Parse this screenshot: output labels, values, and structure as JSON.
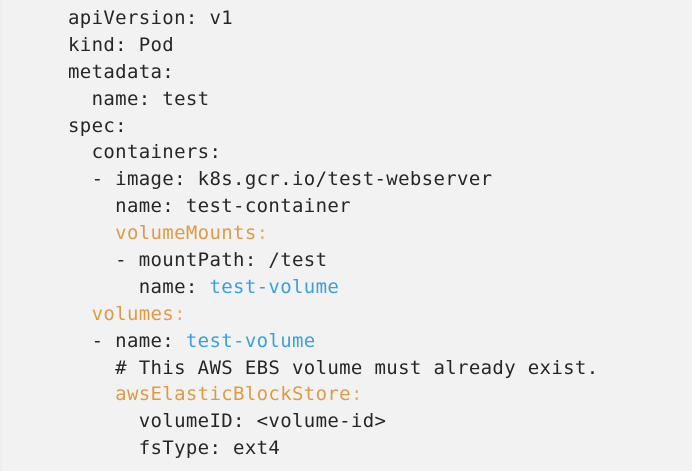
{
  "block": {
    "language": "yaml",
    "background_color": "#f2f2f2",
    "text_color": "#262626",
    "key_color": "#e09a45",
    "value_color": "#3aa0da"
  },
  "lines": [
    {
      "id": "line-api-version",
      "indent": 0,
      "segments": [
        {
          "style": "plain",
          "text": "apiVersion: v1"
        }
      ]
    },
    {
      "id": "line-kind",
      "indent": 0,
      "segments": [
        {
          "style": "plain",
          "text": "kind: Pod"
        }
      ]
    },
    {
      "id": "line-metadata",
      "indent": 0,
      "segments": [
        {
          "style": "plain",
          "text": "metadata:"
        }
      ]
    },
    {
      "id": "line-metadata-name",
      "indent": 0,
      "segments": [
        {
          "style": "plain",
          "text": "  name: test"
        }
      ]
    },
    {
      "id": "line-spec",
      "indent": 0,
      "segments": [
        {
          "style": "plain",
          "text": "spec:"
        }
      ]
    },
    {
      "id": "line-containers",
      "indent": 0,
      "segments": [
        {
          "style": "plain",
          "text": "  containers:"
        }
      ]
    },
    {
      "id": "line-image",
      "indent": 0,
      "segments": [
        {
          "style": "plain",
          "text": "  - image: k8s.gcr.io/test-webserver"
        }
      ]
    },
    {
      "id": "line-container-name",
      "indent": 0,
      "segments": [
        {
          "style": "plain",
          "text": "    name: test-container"
        }
      ]
    },
    {
      "id": "line-volume-mounts",
      "indent": 0,
      "segments": [
        {
          "style": "plain",
          "text": "    "
        },
        {
          "style": "key",
          "text": "volumeMounts"
        },
        {
          "style": "colon-key",
          "text": ":"
        }
      ]
    },
    {
      "id": "line-mount-path",
      "indent": 0,
      "segments": [
        {
          "style": "plain",
          "text": "    - mountPath: /test"
        }
      ]
    },
    {
      "id": "line-mount-name",
      "indent": 0,
      "segments": [
        {
          "style": "plain",
          "text": "      name: "
        },
        {
          "style": "value",
          "text": "test-volume"
        }
      ]
    },
    {
      "id": "line-volumes",
      "indent": 0,
      "segments": [
        {
          "style": "plain",
          "text": "  "
        },
        {
          "style": "key",
          "text": "volumes"
        },
        {
          "style": "colon-key",
          "text": ":"
        }
      ]
    },
    {
      "id": "line-volume-name",
      "indent": 0,
      "segments": [
        {
          "style": "plain",
          "text": "  - name: "
        },
        {
          "style": "value",
          "text": "test-volume"
        }
      ]
    },
    {
      "id": "line-comment",
      "indent": 0,
      "segments": [
        {
          "style": "comment",
          "text": "    # This AWS EBS volume must already exist."
        }
      ]
    },
    {
      "id": "line-aws-ebs",
      "indent": 0,
      "segments": [
        {
          "style": "plain",
          "text": "    "
        },
        {
          "style": "key",
          "text": "awsElasticBlockStore"
        },
        {
          "style": "colon-key",
          "text": ":"
        }
      ]
    },
    {
      "id": "line-volume-id",
      "indent": 0,
      "segments": [
        {
          "style": "plain",
          "text": "      volumeID: <volume-id>"
        }
      ]
    },
    {
      "id": "line-fs-type",
      "indent": 0,
      "segments": [
        {
          "style": "plain",
          "text": "      fsType: ext4"
        }
      ]
    }
  ]
}
